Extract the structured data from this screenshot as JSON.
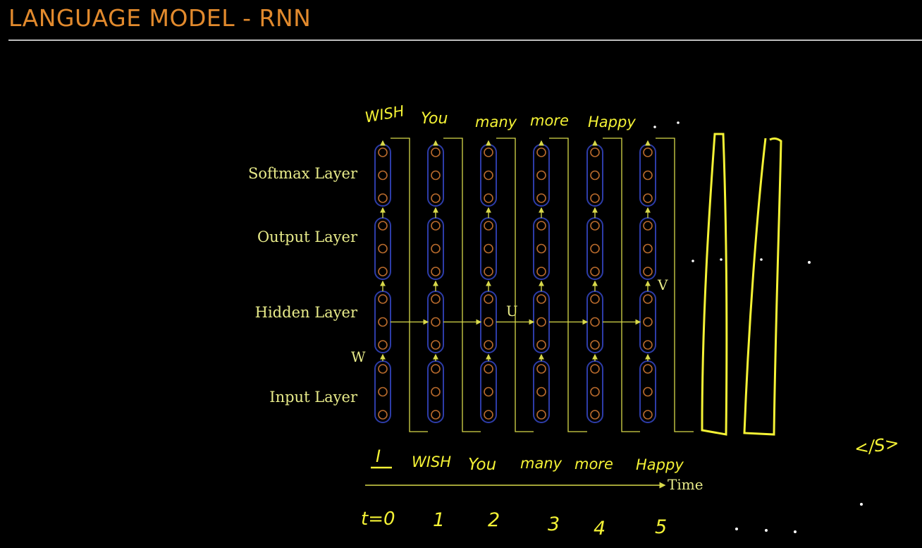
{
  "title": "LANGUAGE MODEL - RNN",
  "layers": [
    "Softmax Layer",
    "Output Layer",
    "Hidden Layer",
    "Input Layer"
  ],
  "weights": {
    "w": "W",
    "u": "U",
    "v": "V"
  },
  "outputs_top": [
    "WISH",
    "You",
    "many",
    "more",
    "Happy"
  ],
  "inputs_bottom": [
    "I",
    "WISH",
    "You",
    "many",
    "more",
    "Happy"
  ],
  "time_axis_label": "Time",
  "time_steps": [
    "t=0",
    "1",
    "2",
    "3",
    "4",
    "5"
  ],
  "end_token": "</S>",
  "colors": {
    "title": "#e28a2d",
    "labels": "#e9ec8a",
    "handwriting": "#f4f235",
    "lines": "#d8d94a",
    "cell_border": "#2d3ca8",
    "neuron": "#b86a2c"
  }
}
